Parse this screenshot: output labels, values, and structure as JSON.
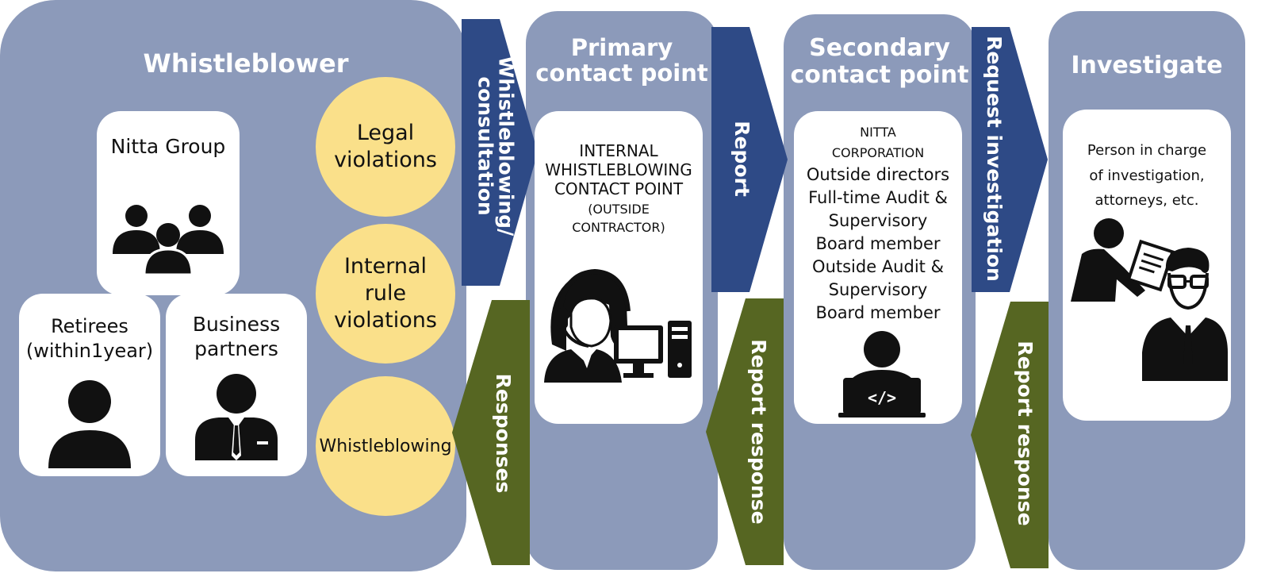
{
  "whistleblower": {
    "title": "Whistleblower",
    "nitta_group": "Nitta Group",
    "retirees": [
      "Retirees",
      "(within1year)"
    ],
    "business_partners": [
      "Business",
      "partners"
    ],
    "types": [
      [
        "Legal",
        "violations"
      ],
      [
        "Internal",
        "rule",
        "violations"
      ],
      [
        "Whistleblowing"
      ]
    ]
  },
  "arrows": {
    "consult": [
      "Whistleblowing/",
      "consultation"
    ],
    "responses": "Responses",
    "report": "Report",
    "report_response_1": "Report response",
    "request_investigation": "Request investigation",
    "report_response_2": "Report response"
  },
  "primary": {
    "title": [
      "Primary",
      "contact point"
    ],
    "lines": [
      "INTERNAL",
      "WHISTLEBLOWING",
      "CONTACT POINT"
    ],
    "sub": [
      "(OUTSIDE",
      "CONTRACTOR)"
    ]
  },
  "secondary": {
    "title": [
      "Secondary",
      "contact point"
    ],
    "org": [
      "NITTA",
      "CORPORATION"
    ],
    "lines": [
      "Outside directors",
      "Full-time Audit &",
      "Supervisory",
      "Board member",
      "Outside Audit &",
      "Supervisory",
      "Board member"
    ]
  },
  "investigate": {
    "title": "Investigate",
    "lines": [
      "Person in charge",
      "of investigation,",
      "attorneys, etc."
    ]
  },
  "colors": {
    "panel": "#8c9aba",
    "circle": "#fae08a",
    "blue_arrow": "#2e4a86",
    "green_arrow": "#566622"
  }
}
